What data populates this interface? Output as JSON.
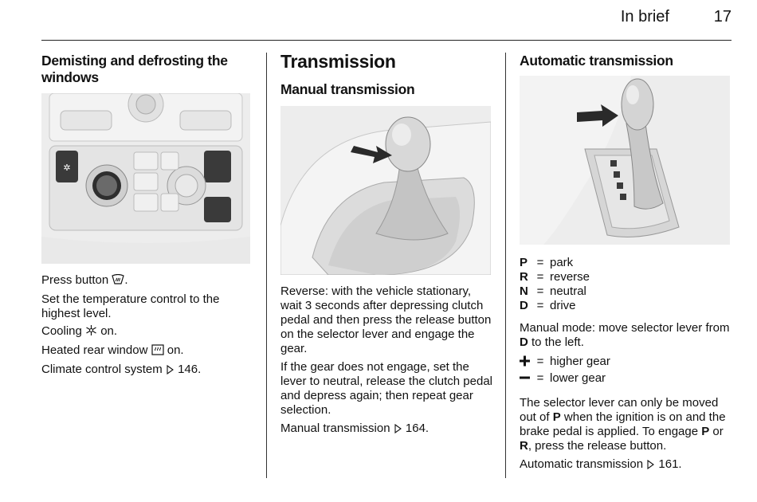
{
  "header": {
    "section": "In brief",
    "page_number": "17"
  },
  "col1": {
    "title": "Demisting and defrosting the windows",
    "press_prefix": "Press button",
    "press_suffix": ".",
    "set_temp": "Set the temperature control to the highest level.",
    "cooling_prefix": "Cooling",
    "cooling_suffix": "on.",
    "heated_prefix": "Heated rear window",
    "heated_suffix": "on.",
    "climate_prefix": "Climate control system",
    "climate_page": "146."
  },
  "col2": {
    "title": "Transmission",
    "subtitle": "Manual transmission",
    "para1": "Reverse: with the vehicle stationary, wait 3 seconds after depressing clutch pedal and then press the release button on the selector lever and engage the gear.",
    "para2": "If the gear does not engage, set the lever to neutral, release the clutch pedal and depress again; then repeat gear selection.",
    "ref_prefix": "Manual transmission",
    "ref_page": "164."
  },
  "col3": {
    "title": "Automatic transmission",
    "legend": [
      {
        "key": "P",
        "eq": "=",
        "text": "park"
      },
      {
        "key": "R",
        "eq": "=",
        "text": "reverse"
      },
      {
        "key": "N",
        "eq": "=",
        "text": "neutral"
      },
      {
        "key": "D",
        "eq": "=",
        "text": "drive"
      }
    ],
    "manual_mode_prefix": "Manual mode: move selector lever from",
    "manual_mode_key": "D",
    "manual_mode_suffix": "to the left.",
    "plus": {
      "eq": "=",
      "text": "higher gear"
    },
    "minus": {
      "eq": "=",
      "text": "lower gear"
    },
    "sel_part1": "The selector lever can only be moved out of",
    "sel_key1": "P",
    "sel_part2": "when the ignition is on and the brake pedal is applied. To engage",
    "sel_key2": "P",
    "sel_or": "or",
    "sel_key3": "R",
    "sel_part3": ", press the release button.",
    "ref_prefix": "Automatic transmission",
    "ref_page": "161."
  }
}
